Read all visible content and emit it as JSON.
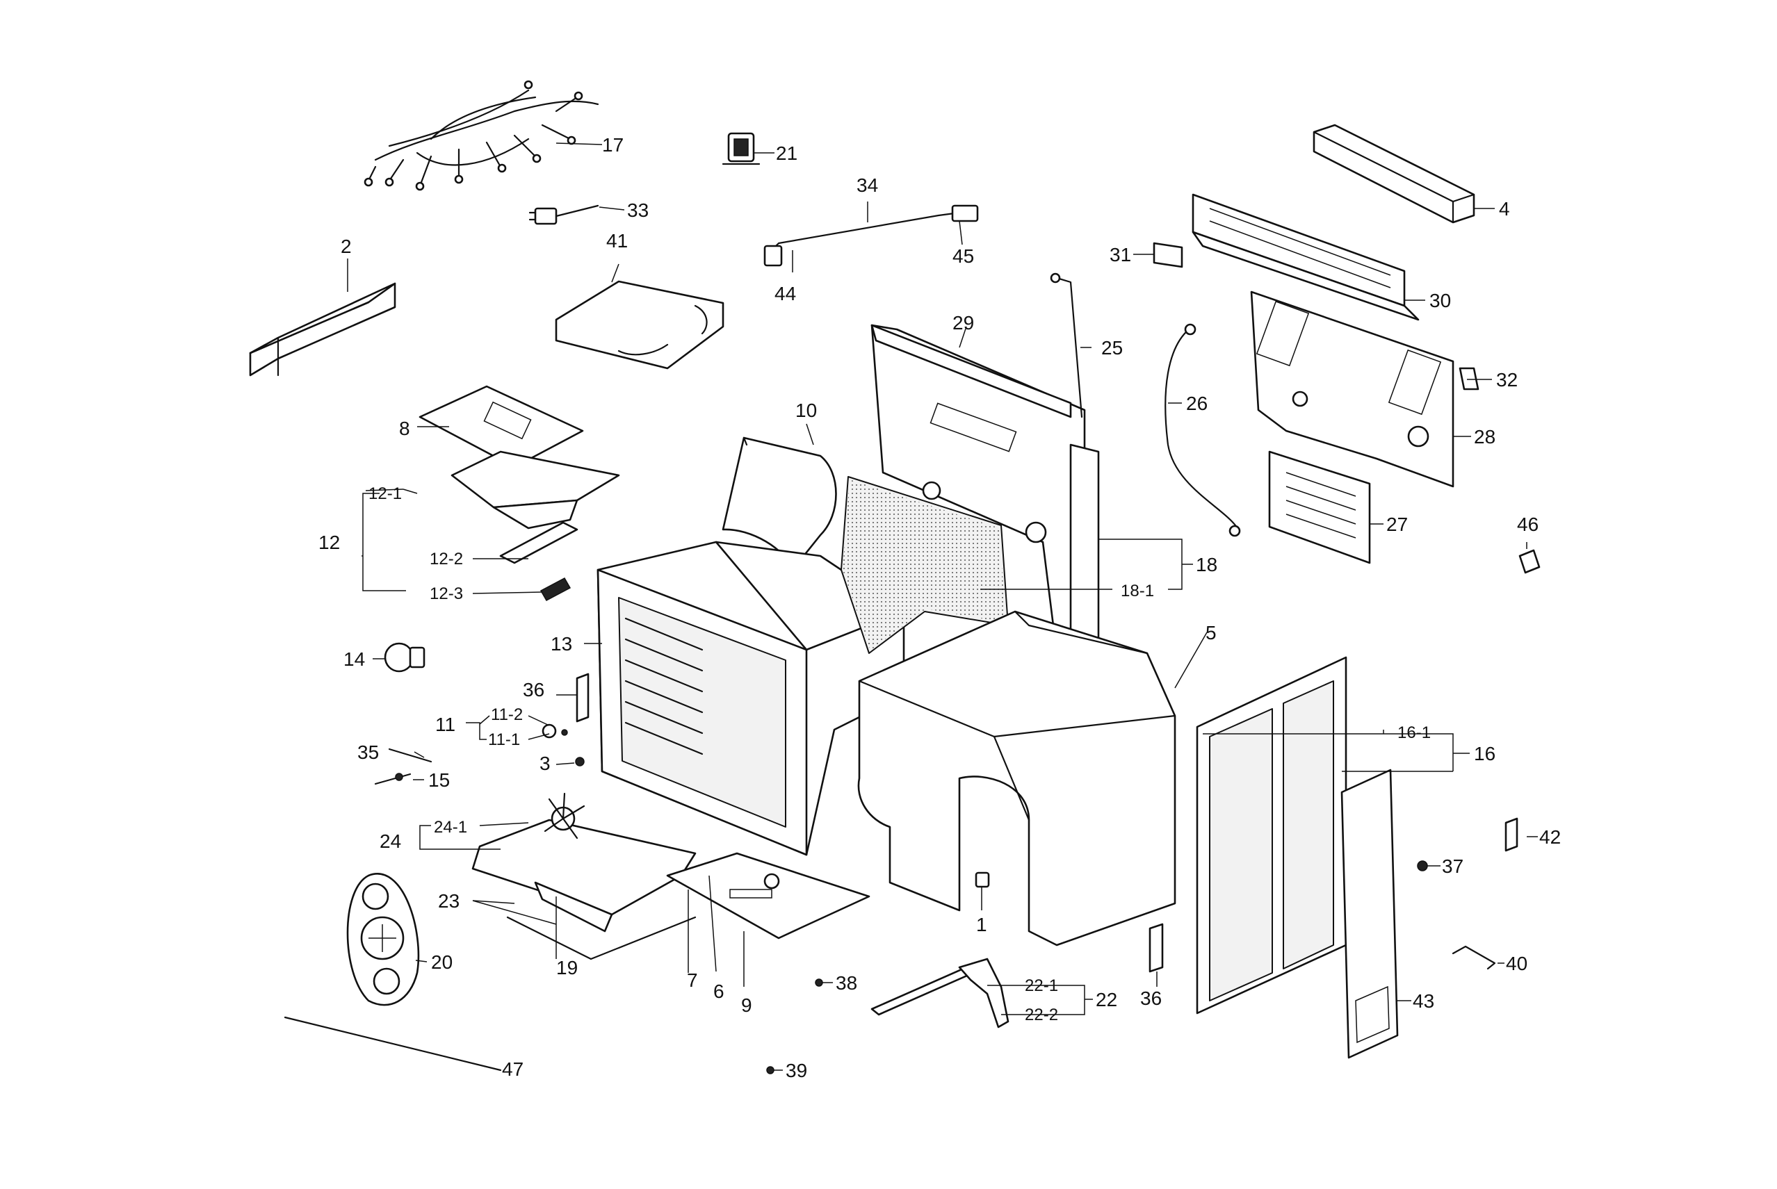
{
  "labels": {
    "l1": "1",
    "l2": "2",
    "l3": "3",
    "l4": "4",
    "l5": "5",
    "l6": "6",
    "l7": "7",
    "l8": "8",
    "l9": "9",
    "l10": "10",
    "l11": "11",
    "l11_1": "11-1",
    "l11_2": "11-2",
    "l12": "12",
    "l12_1": "12-1",
    "l12_2": "12-2",
    "l12_3": "12-3",
    "l13": "13",
    "l14": "14",
    "l15": "15",
    "l16": "16",
    "l16_1": "16-1",
    "l17": "17",
    "l18": "18",
    "l18_1": "18-1",
    "l19": "19",
    "l20": "20",
    "l21": "21",
    "l22": "22",
    "l22_1": "22-1",
    "l22_2": "22-2",
    "l23": "23",
    "l24": "24",
    "l24_1": "24-1",
    "l25": "25",
    "l26": "26",
    "l27": "27",
    "l28": "28",
    "l29": "29",
    "l30": "30",
    "l31": "31",
    "l32": "32",
    "l33": "33",
    "l34": "34",
    "l35": "35",
    "l36a": "36",
    "l36b": "36",
    "l37": "37",
    "l38": "38",
    "l39": "39",
    "l40": "40",
    "l41": "41",
    "l42": "42",
    "l43": "43",
    "l44": "44",
    "l45": "45",
    "l46": "46",
    "l47": "47"
  }
}
